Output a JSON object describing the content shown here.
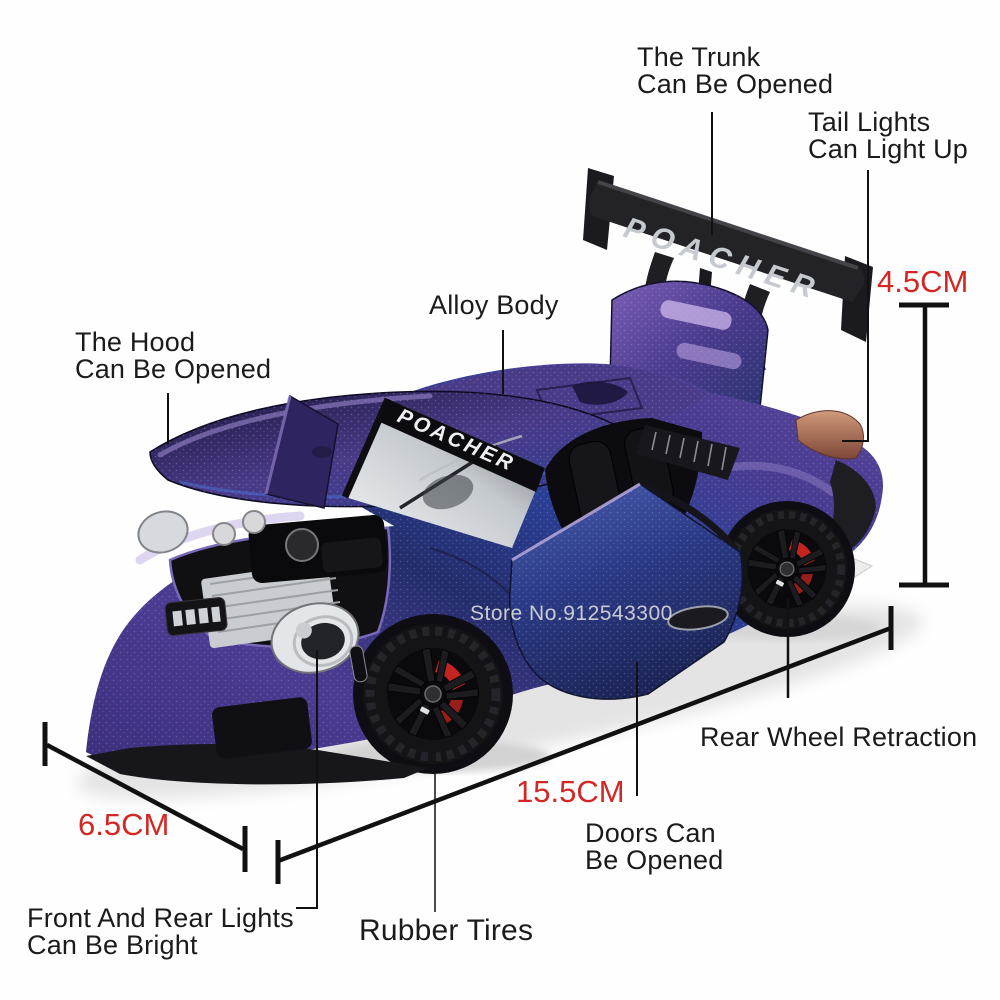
{
  "product": {
    "wing_text": "POACHER",
    "windshield_text": "POACHER",
    "watermark": "Store No.912543300"
  },
  "annotations": {
    "trunk": {
      "line1": "The Trunk",
      "line2": "Can Be Opened"
    },
    "tail_lights": {
      "line1": "Tail Lights",
      "line2": "Can Light Up"
    },
    "alloy_body": {
      "label": "Alloy Body"
    },
    "hood": {
      "line1": "The Hood",
      "line2": "Can Be Opened"
    },
    "rear_wheel_retraction": {
      "label": "Rear Wheel Retraction"
    },
    "doors": {
      "line1": "Doors Can",
      "line2": "Be Opened"
    },
    "rubber_tires": {
      "label": "Rubber Tires"
    },
    "front_rear_lights": {
      "line1": "Front And Rear Lights",
      "line2": "Can Be Bright"
    }
  },
  "dimensions": {
    "spoiler_height": "4.5CM",
    "length": "15.5CM",
    "width": "6.5CM"
  },
  "colors": {
    "annotation_text": "#1b1b1b",
    "dimension_text": "#d22724",
    "watermark_text": "#d8d8da",
    "body_purple": "#5a48a0",
    "body_blue": "#27336e",
    "wing_black": "#232327",
    "taillight_copper": "#b5785c",
    "brake_caliper_red": "#c32420",
    "background": "#fefefe"
  }
}
